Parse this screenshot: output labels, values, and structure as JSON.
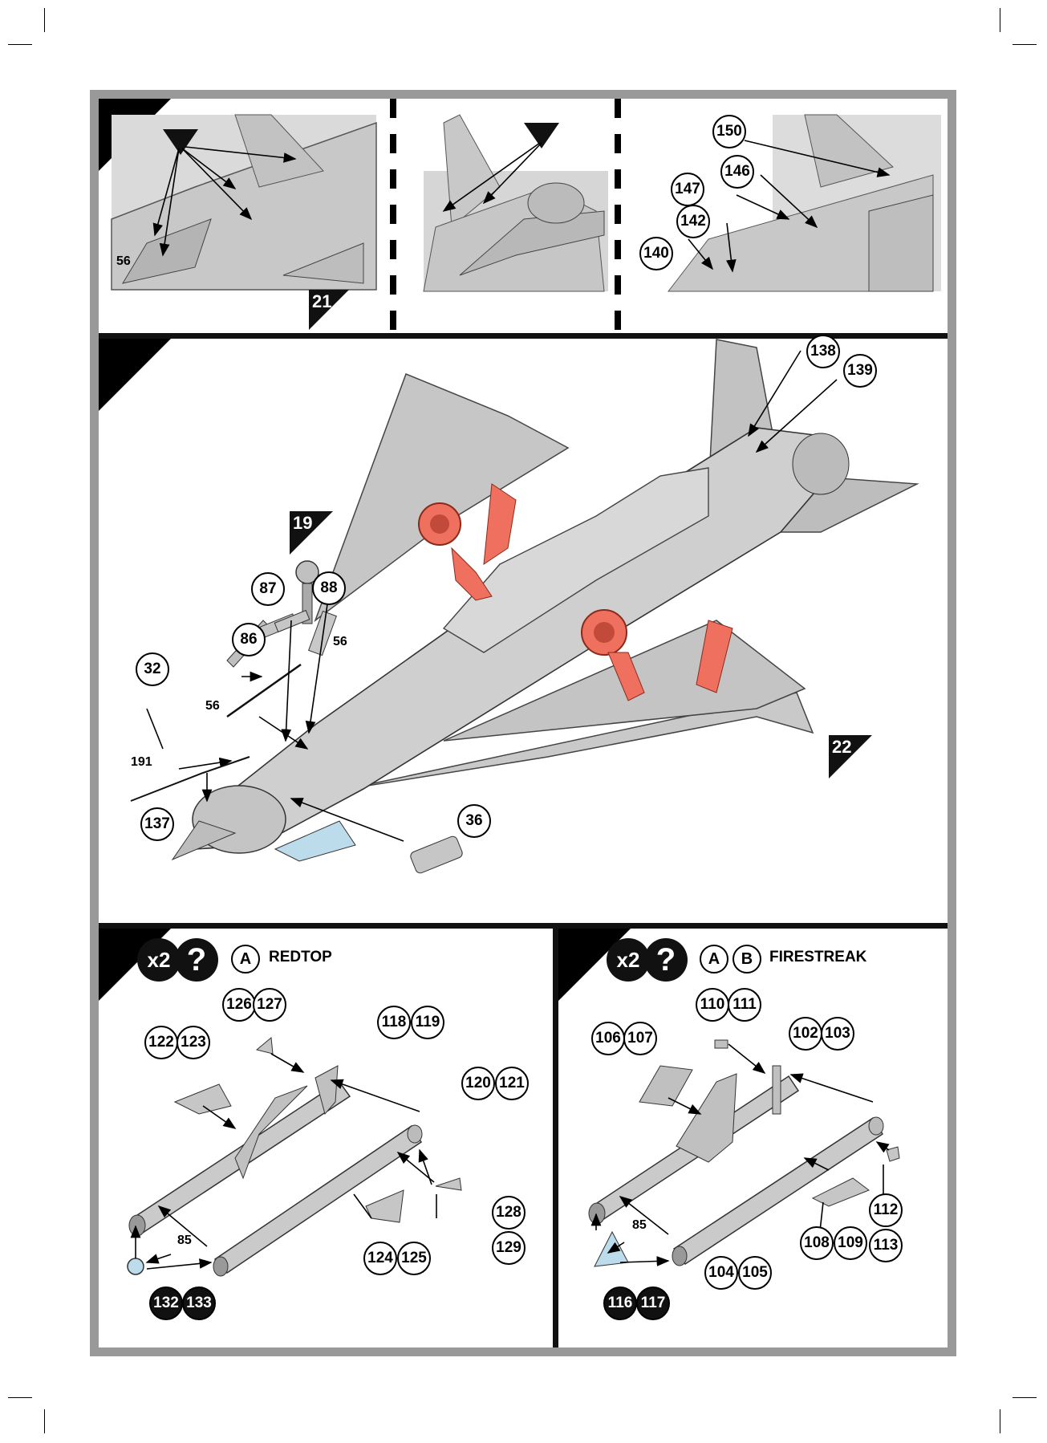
{
  "panels": {
    "top_left": {
      "part_56": "56",
      "flag_21": "21"
    },
    "top_right": {
      "parts": [
        "150",
        "146",
        "147",
        "142",
        "140"
      ]
    },
    "main": {
      "flag_19": "19",
      "flag_22": "22",
      "parts": {
        "p138": "138",
        "p139": "139",
        "p87": "87",
        "p88": "88",
        "p86": "86",
        "p32": "32",
        "p137": "137",
        "p36": "36"
      },
      "labels": {
        "l56a": "56",
        "l56b": "56",
        "l191": "191"
      }
    },
    "redtop": {
      "multiplier": "x2",
      "help": "?",
      "letter": "A",
      "title": "REDTOP",
      "pairs": {
        "a": [
          "126",
          "127"
        ],
        "b": [
          "118",
          "119"
        ],
        "c": [
          "122",
          "123"
        ],
        "d": [
          "120",
          "121"
        ],
        "e": [
          "124",
          "125"
        ],
        "f": [
          "132",
          "133"
        ]
      },
      "singles": {
        "p128": "128",
        "p129": "129"
      },
      "label_85": "85"
    },
    "firestreak": {
      "multiplier": "x2",
      "help": "?",
      "letters": [
        "A",
        "B"
      ],
      "title": "FIRESTREAK",
      "pairs": {
        "a": [
          "110",
          "111"
        ],
        "b": [
          "106",
          "107"
        ],
        "c": [
          "102",
          "103"
        ],
        "d": [
          "108",
          "109"
        ],
        "e": [
          "104",
          "105"
        ],
        "f": [
          "116",
          "117"
        ]
      },
      "singles": {
        "p112": "112",
        "p113": "113"
      },
      "label_85": "85"
    }
  },
  "colors": {
    "frame": "#999999",
    "accent": "#f07060",
    "metal": "#cfcfcf",
    "canopy": "#bcdcec"
  }
}
